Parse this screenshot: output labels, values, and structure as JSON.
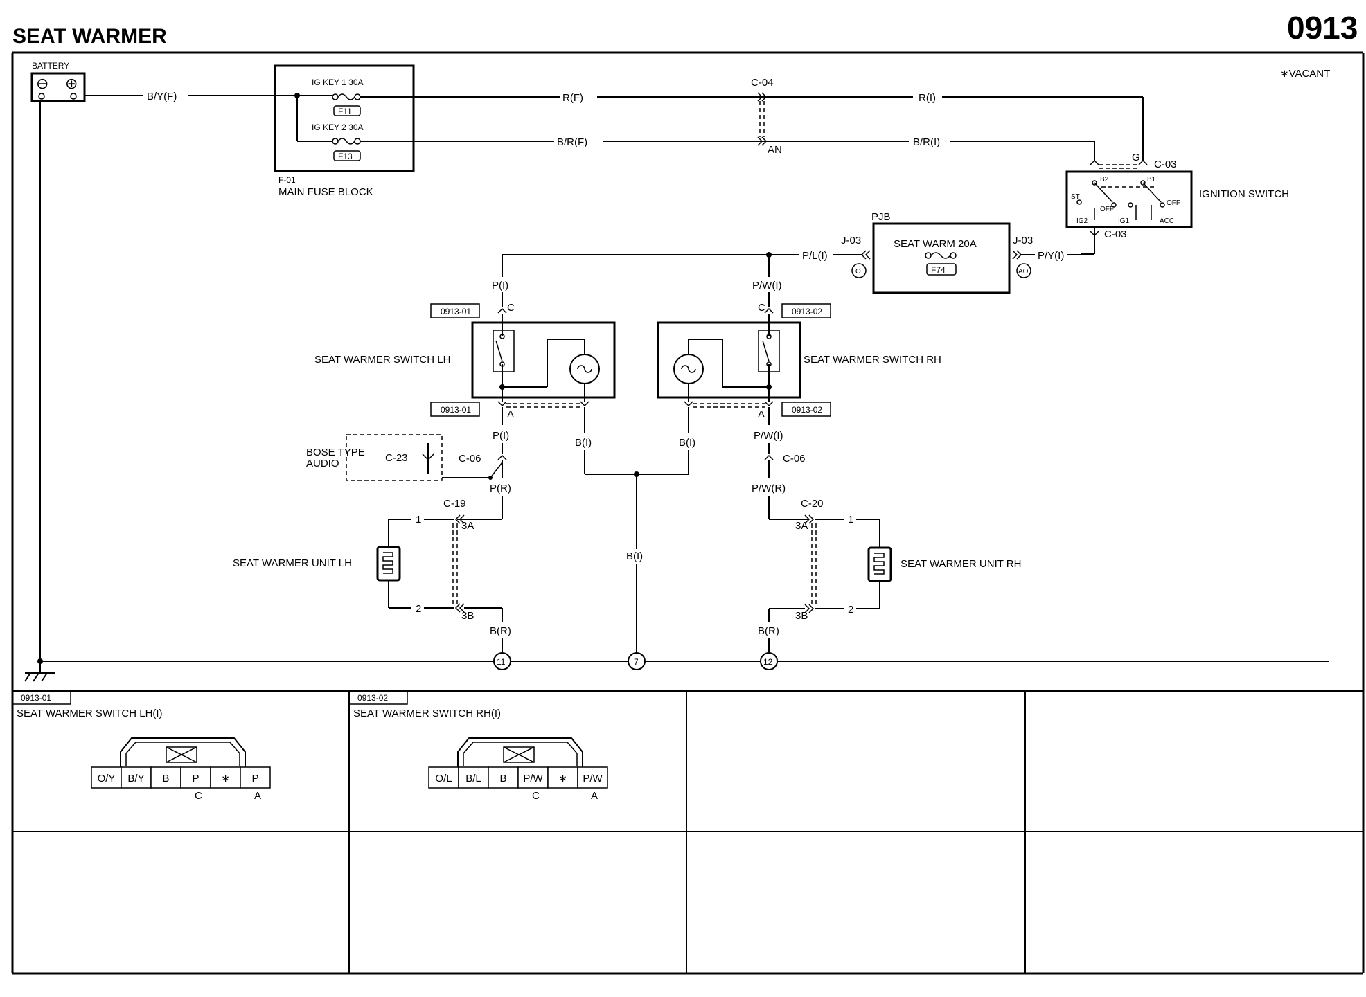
{
  "header": {
    "title": "SEAT WARMER",
    "page_number": "0913",
    "vacant_note": "∗VACANT"
  },
  "battery": {
    "label": "BATTERY",
    "minus": "⊖",
    "plus": "⊕"
  },
  "fuse_block": {
    "ref": "F-01",
    "name": "MAIN FUSE BLOCK",
    "fuse1_label": "IG KEY 1 30A",
    "fuse1_code": "F11",
    "fuse2_label": "IG KEY 2 30A",
    "fuse2_code": "F13"
  },
  "ignition_switch": {
    "name": "IGNITION SWITCH",
    "connector_top": "C-03",
    "connector_bottom": "C-03",
    "terminal_g": "G",
    "terminals": {
      "b2": "B2",
      "b1": "B1",
      "st": "ST",
      "ig2": "IG2",
      "ig1": "IG1",
      "acc": "ACC",
      "off1": "OFF",
      "off2": "OFF"
    }
  },
  "pjb": {
    "name": "PJB",
    "fuse_label": "SEAT WARM 20A",
    "fuse_code": "F74",
    "conn_left": "J-03",
    "conn_right": "J-03",
    "term_left": "O",
    "term_right": "AO"
  },
  "wires": {
    "by_f": "B/Y(F)",
    "r_f": "R(F)",
    "br_f": "B/R(F)",
    "c04": "C-04",
    "an": "AN",
    "r_i": "R(I)",
    "br_i": "B/R(I)",
    "pl_i": "P/L(I)",
    "py_i": "P/Y(I)",
    "p_i_top": "P(I)",
    "pw_i_top": "P/W(I)",
    "p_i_mid": "P(I)",
    "pw_i_mid": "P/W(I)",
    "b_i_left": "B(I)",
    "b_i_right": "B(I)",
    "b_i_center": "B(I)",
    "p_r": "P(R)",
    "pw_r": "P/W(R)",
    "br_r_left": "B(R)",
    "br_r_right": "B(R)"
  },
  "switch_lh": {
    "name": "SEAT WARMER SWITCH LH",
    "conn_top": "0913-01",
    "conn_bottom": "0913-01",
    "term_top": "C",
    "term_bottom": "A"
  },
  "switch_rh": {
    "name": "SEAT WARMER SWITCH RH",
    "conn_top": "0913-02",
    "conn_bottom": "0913-02",
    "term_top": "C",
    "term_bottom": "A"
  },
  "bose": {
    "label_line1": "BOSE TYPE",
    "label_line2": "AUDIO",
    "conn": "C-23"
  },
  "connectors": {
    "c06_left": "C-06",
    "c06_right": "C-06",
    "c19": "C-19",
    "c20": "C-20",
    "lh_3a": "3A",
    "lh_3b": "3B",
    "rh_3a": "3A",
    "rh_3b": "3B",
    "lh_pin1": "1",
    "lh_pin2": "2",
    "rh_pin1": "1",
    "rh_pin2": "2"
  },
  "units": {
    "lh": "SEAT WARMER UNIT LH",
    "rh": "SEAT WARMER UNIT RH"
  },
  "grounds": {
    "g11": "11",
    "g7": "7",
    "g12": "12"
  },
  "panels": {
    "lh": {
      "code": "0913-01",
      "title": "SEAT WARMER SWITCH LH(I)",
      "pins": [
        "O/Y",
        "B/Y",
        "B",
        "P",
        "∗",
        "P"
      ],
      "marker_c": "C",
      "marker_a": "A"
    },
    "rh": {
      "code": "0913-02",
      "title": "SEAT WARMER SWITCH RH(I)",
      "pins": [
        "O/L",
        "B/L",
        "B",
        "P/W",
        "∗",
        "P/W"
      ],
      "marker_c": "C",
      "marker_a": "A"
    }
  }
}
